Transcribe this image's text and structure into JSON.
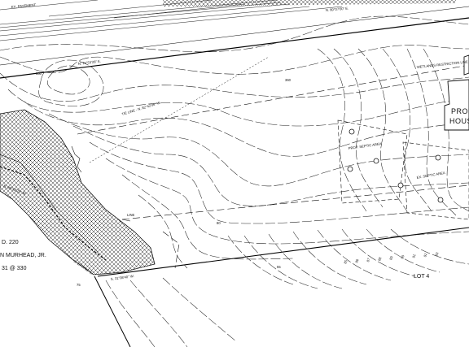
{
  "labels": {
    "top_bearing_1": "N. 80°07'00\" E.",
    "top_bearing_2": "EX. PAVEMENT",
    "top_bearing_3": "N. 76°53'28\" E.",
    "wetlands_line": "WETLANDS RESTRICTION LINE",
    "left_bearing": "N. 85°42'25\" W.",
    "tie_line": "TIE LINE - N. 82°42'06\" W.",
    "prop_septic": "PROP. SEPTIC AREA",
    "ex_septic": "EX. SEPTIC AREA",
    "prop_house_1": "PROP",
    "prop_house_2": "HOUSE",
    "deed_1": "D. 220",
    "deed_2": "N MURHEAD, JR.",
    "deed_3": "31 @ 330",
    "lot": "LOT 4",
    "bottom_bearing": "S. 31°08'40\" W.",
    "left_edge_bearing": "S. 15°57'20\" E.",
    "bottom_elev": "75",
    "line_tag": "LINE",
    "elev_left": "330",
    "elev_top": "360",
    "elev_row": [
      "85",
      "86",
      "87",
      "88",
      "89",
      "90",
      "91",
      "92",
      "93"
    ],
    "elev_mid": "80",
    "elev_mid2": "55"
  },
  "colors": {
    "ink": "#111111",
    "paper": "#ffffff"
  }
}
